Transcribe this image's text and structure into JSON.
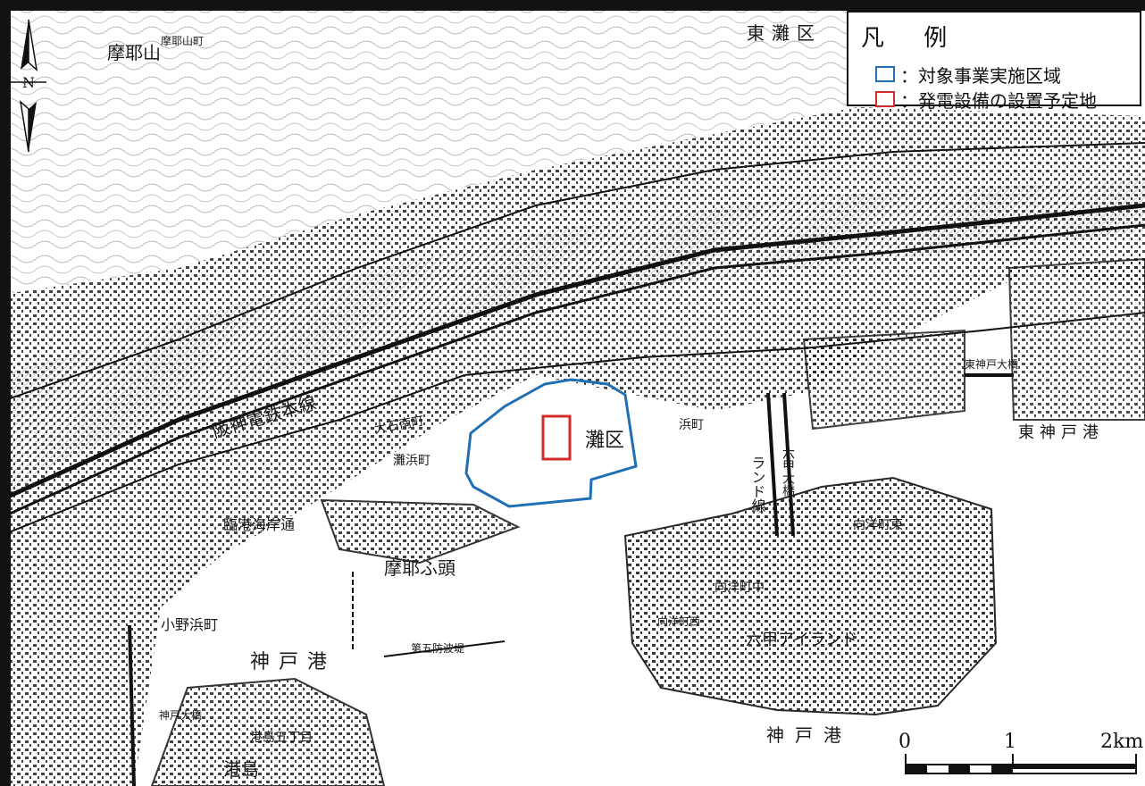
{
  "legend": {
    "title": "凡 例",
    "items": [
      {
        "label": "：対象事業実施区域",
        "color": "#1f6fb4"
      },
      {
        "label": "：発電設備の設置予定地",
        "color": "#d42b2b"
      }
    ]
  },
  "north_arrow": {
    "label": "N"
  },
  "scale_bar": {
    "ticks": [
      "0",
      "1",
      "2km"
    ]
  },
  "place_labels": {
    "maya_futo": "摩耶ふ頭",
    "kobe_port_west": "神戸港",
    "kobe_port_south": "神戸港",
    "higashi_kobe_port": "東神戸港",
    "maya_san": "摩耶山",
    "higashinada_ku": "東灘区",
    "nada_ku_inside": "灘区",
    "onohama": "小野浜町",
    "minatojima_5": "港島五丁目",
    "minatojima": "港島",
    "kobe_ohashi": "神戸大橋",
    "dai5_bohatei": "第五防波堤",
    "rokko_ohashi": "六甲大橋",
    "hanshin_line": "阪神電鉄本線",
    "rokko_island": "六甲アイランド",
    "koyocho_naka": "向洋町中",
    "koyocho_higashi": "向洋町東",
    "koyocho_nishi": "向洋町西",
    "kigan": "臨港海岸通",
    "nada_hama": "灘浜町",
    "hama_cho": "浜町",
    "oishi_minami": "大石南町",
    "higashi_kobe_ohashi": "東神戸大橋",
    "maya_san_cho": "摩耶山町",
    "rokko_line": "ランド線"
  },
  "colors": {
    "project_area": "#1f6fb4",
    "power_site": "#d42b2b",
    "ink": "#1a1a1a",
    "paper": "#ffffff"
  }
}
